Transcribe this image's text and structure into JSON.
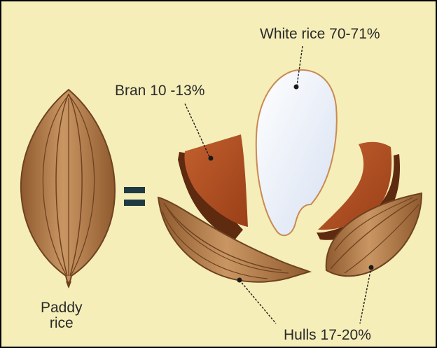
{
  "labels": {
    "white_rice": "White rice 70-71%",
    "bran": "Bran 10 -13%",
    "hulls": "Hulls 17-20%",
    "paddy_line1": "Paddy",
    "paddy_line2": "rice"
  },
  "colors": {
    "background": "#f5eeb8",
    "border": "#000000",
    "hull_fill": "#b9834f",
    "hull_stroke": "#7a4a24",
    "bran_fill": "#b14e22",
    "bran_shadow": "#5e2a10",
    "white_rice_fill": "#eef3fb",
    "white_rice_stroke": "#c98a52",
    "equals_sign": "#1f3a44",
    "text": "#2a2a2a"
  },
  "icons": {
    "equals": "equals-sign"
  }
}
